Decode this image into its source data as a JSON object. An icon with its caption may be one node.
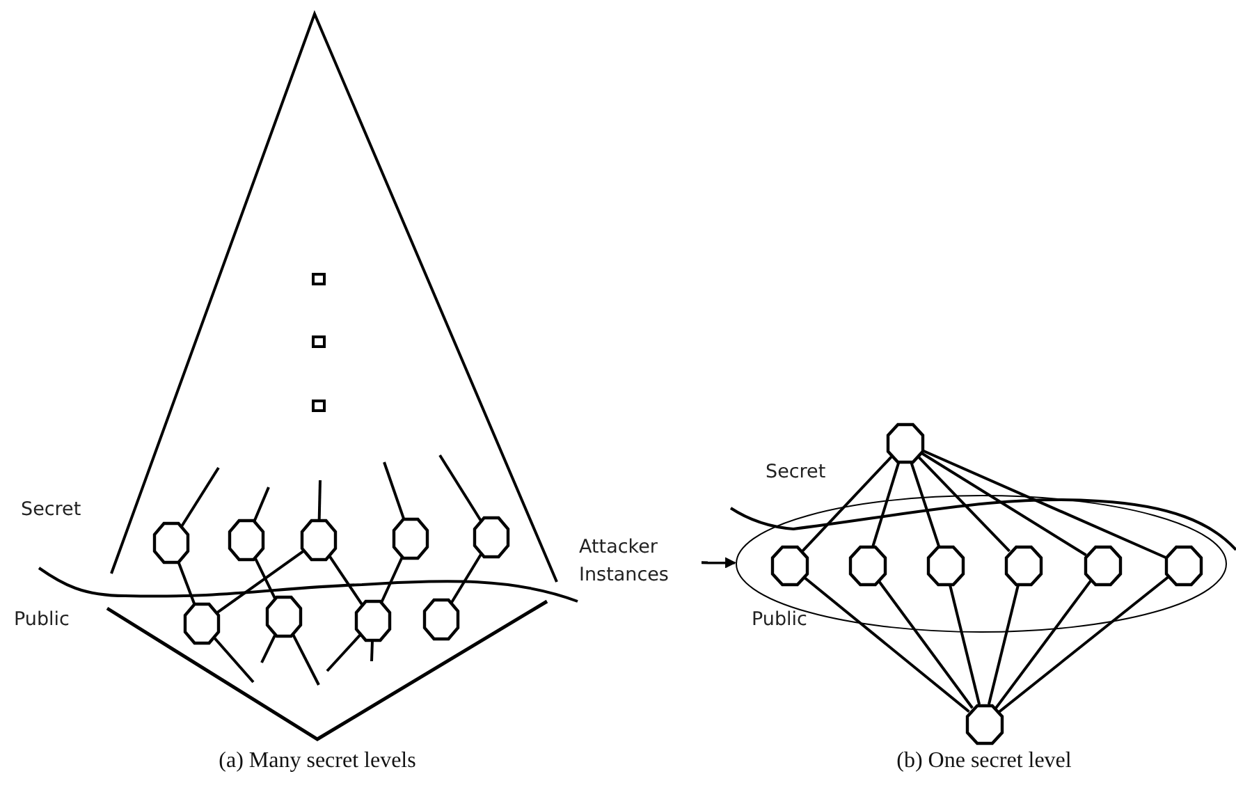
{
  "diagram": {
    "nodes": [
      {
        "text": [],
        "shape": "octagon"
      },
      {
        "text": [],
        "shape": "octagon"
      },
      {
        "text": [],
        "shape": "octagon"
      },
      {
        "text": [],
        "shape": "octagon"
      },
      {
        "text": [],
        "shape": "octagon"
      },
      {
        "text": [],
        "shape": "octagon"
      },
      {
        "text": [],
        "shape": "octagon"
      },
      {
        "text": [],
        "shape": "octagon"
      },
      {
        "text": [],
        "shape": "octagon"
      },
      {
        "text": [
          "Attacker Instances"
        ]
      },
      {
        "text": [],
        "shape": "octagon"
      },
      {
        "text": [],
        "shape": "ellipse"
      },
      {
        "text": [],
        "shape": "octagon",
        "in": 11
      },
      {
        "text": [],
        "shape": "octagon",
        "in": 11
      },
      {
        "text": [],
        "shape": "octagon",
        "in": 11
      },
      {
        "text": [],
        "shape": "octagon",
        "in": 11
      },
      {
        "text": [],
        "shape": "octagon",
        "in": 11
      },
      {
        "text": [],
        "shape": "octagon",
        "in": 11
      },
      {
        "text": [],
        "shape": "octagon"
      }
    ],
    "edges": [
      {
        "from": null,
        "to": 0,
        "arrow": "none"
      },
      {
        "from": 0,
        "to": 5,
        "arrow": "none"
      },
      {
        "from": null,
        "to": 1,
        "arrow": "none"
      },
      {
        "from": 1,
        "to": 6,
        "arrow": "none"
      },
      {
        "from": null,
        "to": 2,
        "arrow": "none"
      },
      {
        "from": 2,
        "to": 5,
        "arrow": "none"
      },
      {
        "from": 2,
        "to": 7,
        "arrow": "none"
      },
      {
        "from": null,
        "to": 3,
        "arrow": "none"
      },
      {
        "from": 3,
        "to": 7,
        "arrow": "none"
      },
      {
        "from": null,
        "to": 4,
        "arrow": "none"
      },
      {
        "from": 4,
        "to": 8,
        "arrow": "none"
      },
      {
        "from": 5,
        "to": null,
        "arrow": "none"
      },
      {
        "from": 6,
        "to": null,
        "arrow": "none"
      },
      {
        "from": 6,
        "to": null,
        "arrow": "none"
      },
      {
        "from": 7,
        "to": null,
        "arrow": "none"
      },
      {
        "from": 7,
        "to": null,
        "arrow": "none"
      },
      {
        "from": 9,
        "to": 11,
        "arrow": "to"
      },
      {
        "from": 10,
        "to": 12,
        "arrow": "none"
      },
      {
        "from": 10,
        "to": 13,
        "arrow": "none"
      },
      {
        "from": 10,
        "to": 14,
        "arrow": "none"
      },
      {
        "from": 10,
        "to": 15,
        "arrow": "none"
      },
      {
        "from": 10,
        "to": 16,
        "arrow": "none"
      },
      {
        "from": 10,
        "to": 17,
        "arrow": "none"
      },
      {
        "from": 18,
        "to": 12,
        "arrow": "none"
      },
      {
        "from": 18,
        "to": 13,
        "arrow": "none"
      },
      {
        "from": 18,
        "to": 14,
        "arrow": "none"
      },
      {
        "from": 18,
        "to": 15,
        "arrow": "none"
      },
      {
        "from": 18,
        "to": 16,
        "arrow": "none"
      },
      {
        "from": 18,
        "to": 17,
        "arrow": "none"
      }
    ],
    "labels": [
      "Secret",
      "Public",
      "Secret",
      "Public",
      "(a) Many secret levels",
      "(b) One secret level"
    ]
  }
}
